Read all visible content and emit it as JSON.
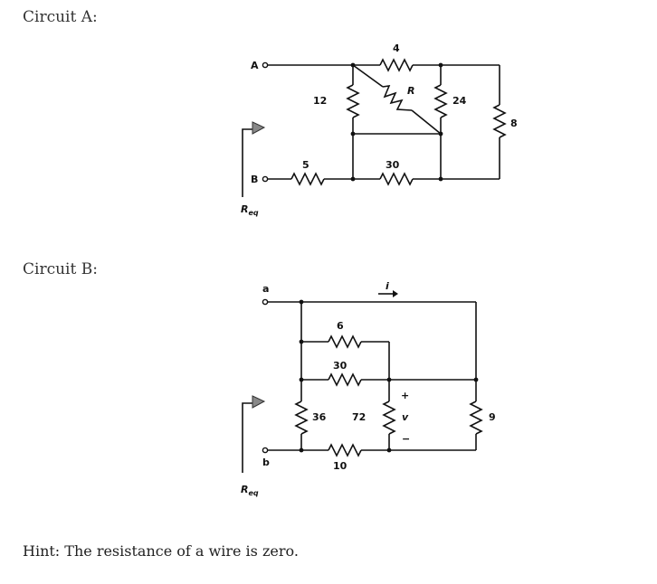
{
  "headings": {
    "circuit_a": "Circuit A:",
    "circuit_b": "Circuit B:"
  },
  "hint": "Hint: The resistance of a wire is zero.",
  "circuit_a": {
    "terminal_a": "A",
    "terminal_b": "B",
    "req_main": "R",
    "req_sub": "eq",
    "resistors": {
      "r4": "4",
      "r12": "12",
      "rR": "R",
      "r24": "24",
      "r8": "8",
      "r5": "5",
      "r30": "30"
    }
  },
  "circuit_b": {
    "terminal_a": "a",
    "terminal_b": "b",
    "req_main": "R",
    "req_sub": "eq",
    "current": "i",
    "voltage": "v",
    "plus": "+",
    "minus": "−",
    "resistors": {
      "r6": "6",
      "r30": "30",
      "r36": "36",
      "r72": "72",
      "r9": "9",
      "r10": "10"
    }
  }
}
